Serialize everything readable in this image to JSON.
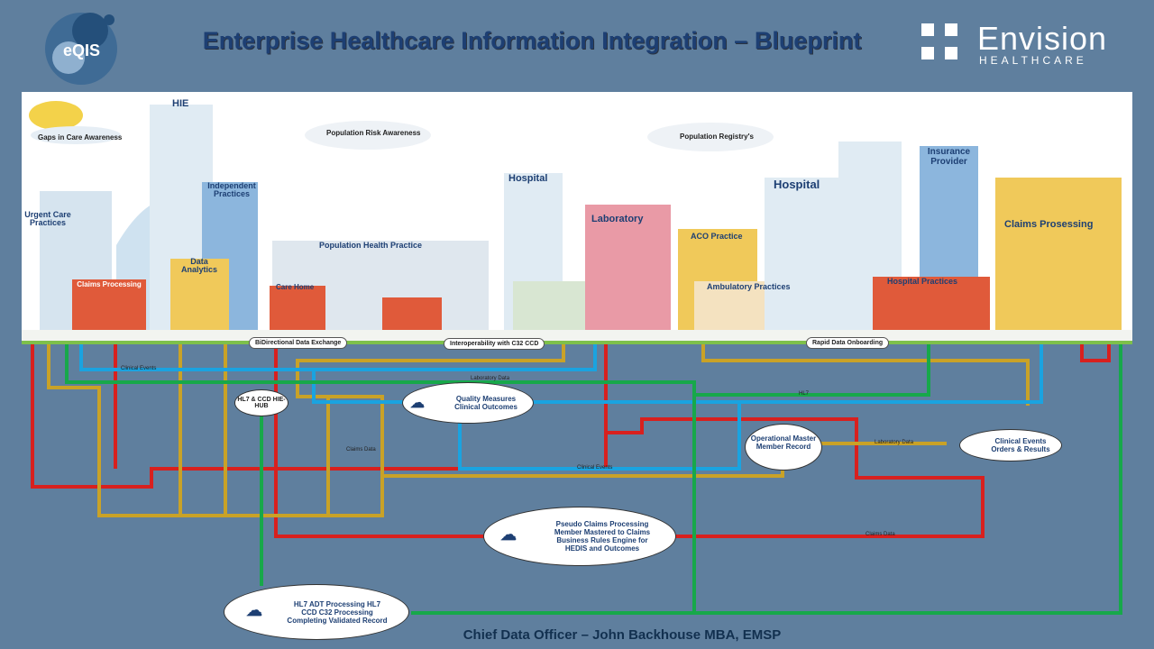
{
  "header": {
    "logo_text": "eQIS",
    "title": "Enterprise Healthcare Information Integration  – Blueprint",
    "brand_name": "Envision",
    "brand_sub": "HEALTHCARE"
  },
  "skyline": {
    "awareness": [
      "Gaps in Care Awareness",
      "Population Risk Awareness",
      "Population Registry's"
    ],
    "buildings": [
      "HIE",
      "Urgent Care Practices",
      "Independent Practices",
      "Data Analytics",
      "Claims Processing",
      "Population Health Practice",
      "Care Home",
      "Hospital",
      "Laboratory",
      "ACO Practice",
      "Ambulatory Practices",
      "Hospital",
      "Insurance Provider",
      "Claims Prosessing",
      "Hospital Practices"
    ],
    "banners": [
      "BiDirectional Data Exchange",
      "Interoperability with C32 CCD",
      "Rapid Data Onboarding"
    ]
  },
  "nodes": {
    "hl7_hub": "HL7 & CCD HIE-HUB",
    "quality": "Quality Measures Clinical Outcomes",
    "operational": "Operational Master Member Record",
    "clinical_events": "Clinical Events Orders & Results",
    "pseudo_claims": "Pseudo Claims Processing Member Mastered to Claims Business Rules Engine for HEDIS and Outcomes",
    "hl7_adt": "HL7 ADT Processing HL7 CCD C32 Processing Completing Validated Record"
  },
  "line_labels": [
    "Clinical Events",
    "Laboratory Data",
    "Claims Data",
    "HL7",
    "Clinical Events",
    "Laboratory Data",
    "Claims Data"
  ],
  "footer": "Chief Data Officer – John Backhouse MBA, EMSP",
  "colors": {
    "red": "#d8201e",
    "blue": "#1aa3e0",
    "gold": "#c9a227",
    "green": "#17a84a",
    "background": "#5f7f9e",
    "title": "#1d3f73"
  }
}
